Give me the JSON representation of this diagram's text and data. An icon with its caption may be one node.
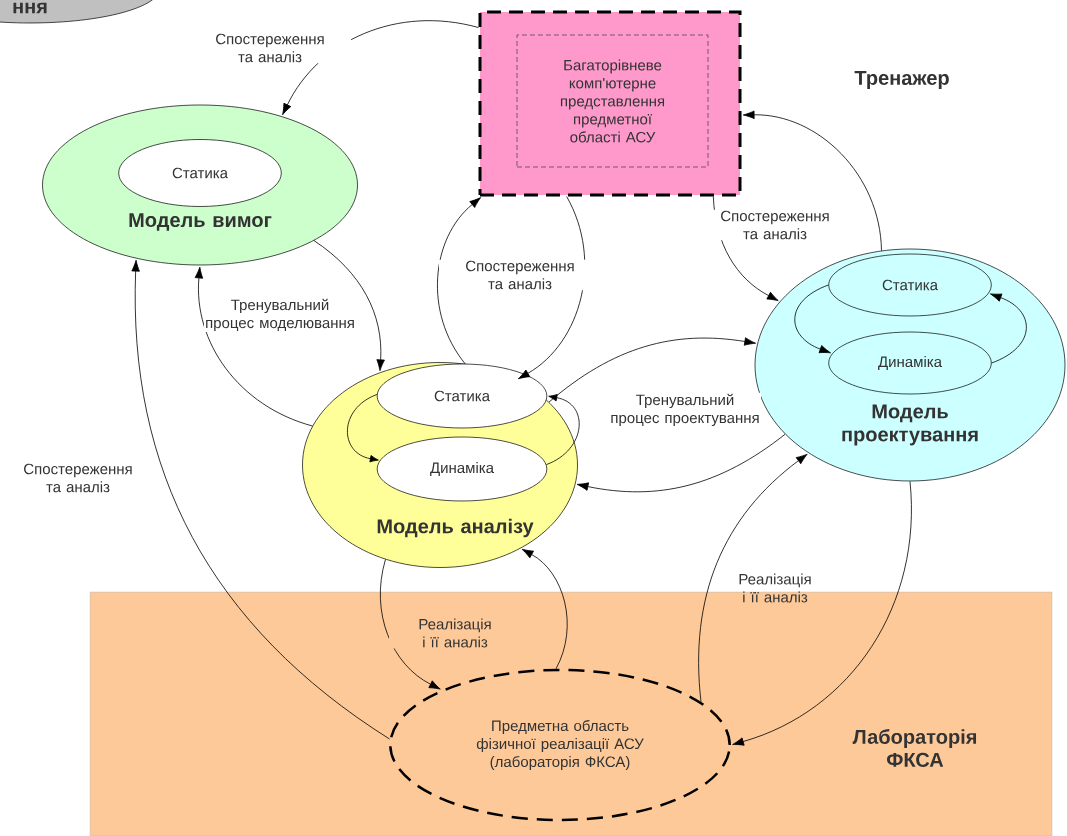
{
  "diagram": {
    "nodes": [
      {
        "text": [
          "ння"
        ]
      },
      {
        "text": [],
        "shape": "box"
      },
      {
        "text": [
          "Багаторівневе комп'ютерне представлення предметної області АСУ"
        ],
        "in": 1
      },
      {
        "text": [
          "Модель вимог"
        ]
      },
      {
        "text": [
          "Статика"
        ],
        "in": 3
      },
      {
        "text": [
          "Модель аналізу"
        ]
      },
      {
        "text": [
          "Статика"
        ],
        "in": 5
      },
      {
        "text": [
          "Динаміка"
        ],
        "in": 5
      },
      {
        "text": [
          "Модель проектування"
        ]
      },
      {
        "text": [
          "Статика"
        ],
        "in": 8
      },
      {
        "text": [
          "Динаміка"
        ],
        "in": 8
      },
      {
        "text": [
          "Лабораторія ФКСА"
        ]
      },
      {
        "text": [
          "Предметна область фізичної реалізації АСУ (лабораторія ФКСА)"
        ],
        "in": 11
      }
    ],
    "edges": [
      {
        "from": 1,
        "to": 3,
        "arrow": "to",
        "label": "Спостереження та аналіз"
      },
      {
        "from": 5,
        "to": 1,
        "arrow": "to"
      },
      {
        "from": 1,
        "to": 5,
        "arrow": "to",
        "label": "Спостереження та аналіз"
      },
      {
        "from": 3,
        "to": 5,
        "arrow": "to"
      },
      {
        "from": 5,
        "to": 3,
        "arrow": "to",
        "label": "Тренувальний процес моделювання"
      },
      {
        "from": 8,
        "to": 1,
        "arrow": "to"
      },
      {
        "from": 1,
        "to": 8,
        "arrow": "to",
        "label": "Спостереження та аналіз"
      },
      {
        "from": 5,
        "to": 8,
        "arrow": "to"
      },
      {
        "from": 8,
        "to": 5,
        "arrow": "to",
        "label": "Тренувальний процес проектування"
      },
      {
        "from": 12,
        "to": 3,
        "arrow": "to",
        "label": "Спостереження та аналіз"
      },
      {
        "from": 5,
        "to": 12,
        "arrow": "to",
        "label": "Реалізація і її аналіз"
      },
      {
        "from": 12,
        "to": 5,
        "arrow": "to"
      },
      {
        "from": 12,
        "to": 8,
        "arrow": "to",
        "label": "Реалізація і її аналіз"
      },
      {
        "from": 8,
        "to": 12,
        "arrow": "to"
      },
      {
        "from": 6,
        "to": 7,
        "arrow": "to"
      },
      {
        "from": 7,
        "to": 6,
        "arrow": "to"
      },
      {
        "from": 9,
        "to": 10,
        "arrow": "to"
      },
      {
        "from": 10,
        "to": 9,
        "arrow": "to"
      }
    ],
    "labels": [
      "Тренажер"
    ]
  }
}
